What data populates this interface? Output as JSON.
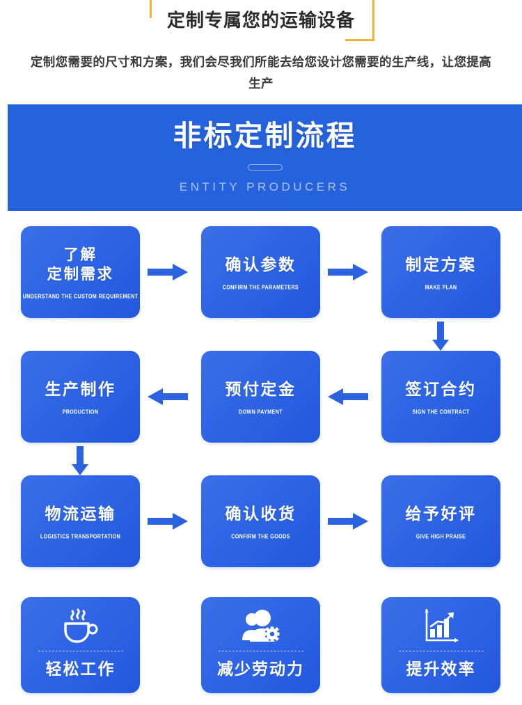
{
  "header": {
    "title": "定制专属您的运输设备",
    "subtitle": "定制您需要的尺寸和方案，我们会尽我们所能去给您设计您需要的生产线，让您提高生产",
    "accent_color": "#f5b335"
  },
  "banner": {
    "title": "非标定制流程",
    "subtitle": "ENTITY PRODUCERS",
    "background_color": "#2563de"
  },
  "flow": {
    "card_color": "#2c63e4",
    "arrow_color": "#2b62e0",
    "rows": [
      {
        "direction": "right",
        "cards": [
          {
            "cn": "了解\n定制需求",
            "cn_line1": "了解",
            "cn_line2": "定制需求",
            "en": "UNDERSTAND THE CUSTOM REQUIREMENT"
          },
          {
            "cn": "确认参数",
            "en": "CONFIRM THE PARAMETERS"
          },
          {
            "cn": "制定方案",
            "en": "MAKE PLAN"
          }
        ]
      },
      {
        "direction": "left",
        "cards": [
          {
            "cn": "生产制作",
            "en": "PRODUCTION"
          },
          {
            "cn": "预付定金",
            "en": "DOWN PAYMENT"
          },
          {
            "cn": "签订合约",
            "en": "SIGN THE CONTRACT"
          }
        ]
      },
      {
        "direction": "right",
        "cards": [
          {
            "cn": "物流运输",
            "en": "LOGISTICS TRANSPORTATION"
          },
          {
            "cn": "确认收货",
            "en": "CONFIRM THE GOODS"
          },
          {
            "cn": "给予好评",
            "en": "GIVE HIGH PRAISE"
          }
        ]
      }
    ],
    "connectors": [
      {
        "name": "arrow-down-right-column",
        "direction": "down"
      },
      {
        "name": "arrow-down-left-column",
        "direction": "down"
      }
    ]
  },
  "benefits": [
    {
      "icon": "coffee-cup-icon",
      "label": "轻松工作"
    },
    {
      "icon": "users-gear-icon",
      "label": "减少劳动力"
    },
    {
      "icon": "bar-chart-growth-icon",
      "label": "提升效率"
    }
  ]
}
